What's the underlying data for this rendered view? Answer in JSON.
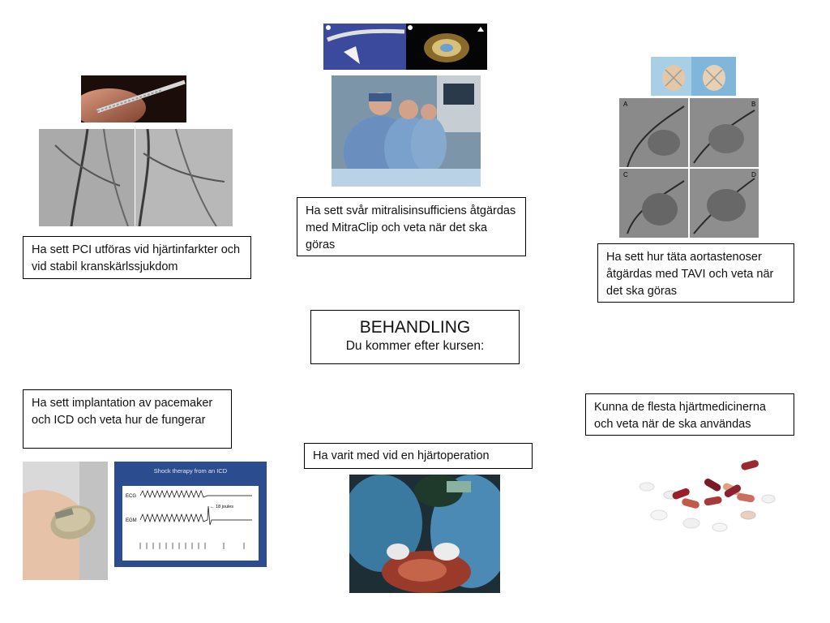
{
  "center": {
    "title": "BEHANDLING",
    "subtitle": "Du kommer efter kursen:"
  },
  "items": {
    "pci": "Ha sett PCI utföras vid hjärtinfarkter och vid stabil kranskärlssjukdom",
    "mitraclip": "Ha sett svår mitralisinsufficiens åtgärdas med MitraClip och veta när det ska göras",
    "tavi": "Ha sett hur täta aortastenoser åtgärdas med TAVI och veta när det ska göras",
    "pacemaker": "Ha sett implantation av pacemaker och ICD och veta hur de fungerar",
    "operation": "Ha varit med vid en hjärtoperation",
    "medicine": "Kunna de flesta hjärtmedicinerna och veta när de ska användas"
  },
  "image_labels": {
    "icd_chart_title": "Shock therapy from an ICD",
    "ecg_label": "ECG",
    "egm_label": "EGM",
    "joules_label": "← 18 joules",
    "angio_panels": [
      "A",
      "B",
      "C",
      "D"
    ]
  }
}
